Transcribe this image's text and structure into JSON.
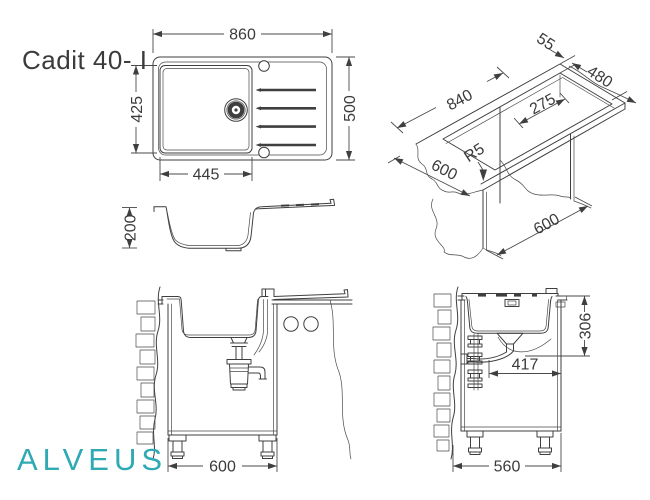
{
  "title": {
    "product_name": "Cadit 40- I"
  },
  "logo": {
    "text": "ALVEUS",
    "color": "#2fa9b3"
  },
  "colors": {
    "line": "#3f3f3f",
    "text": "#3b3b3b",
    "background": "#ffffff"
  },
  "views": {
    "top_view": {
      "width": "860",
      "depth": "500",
      "bowl_depth": "425",
      "bowl_width": "445"
    },
    "isometric_view": {
      "edge_gap": "55",
      "cutout_depth": "480",
      "cutout_length": "840",
      "drain_offset": "275",
      "corner_radius": "R5",
      "worktop_depth": "600",
      "base_depth": "600"
    },
    "section_view": {
      "bowl_height": "200"
    },
    "front_installation_view": {
      "cabinet_width": "600"
    },
    "side_installation_view": {
      "outlet_height": "306",
      "outlet_distance": "417",
      "cabinet_depth": "560"
    }
  }
}
